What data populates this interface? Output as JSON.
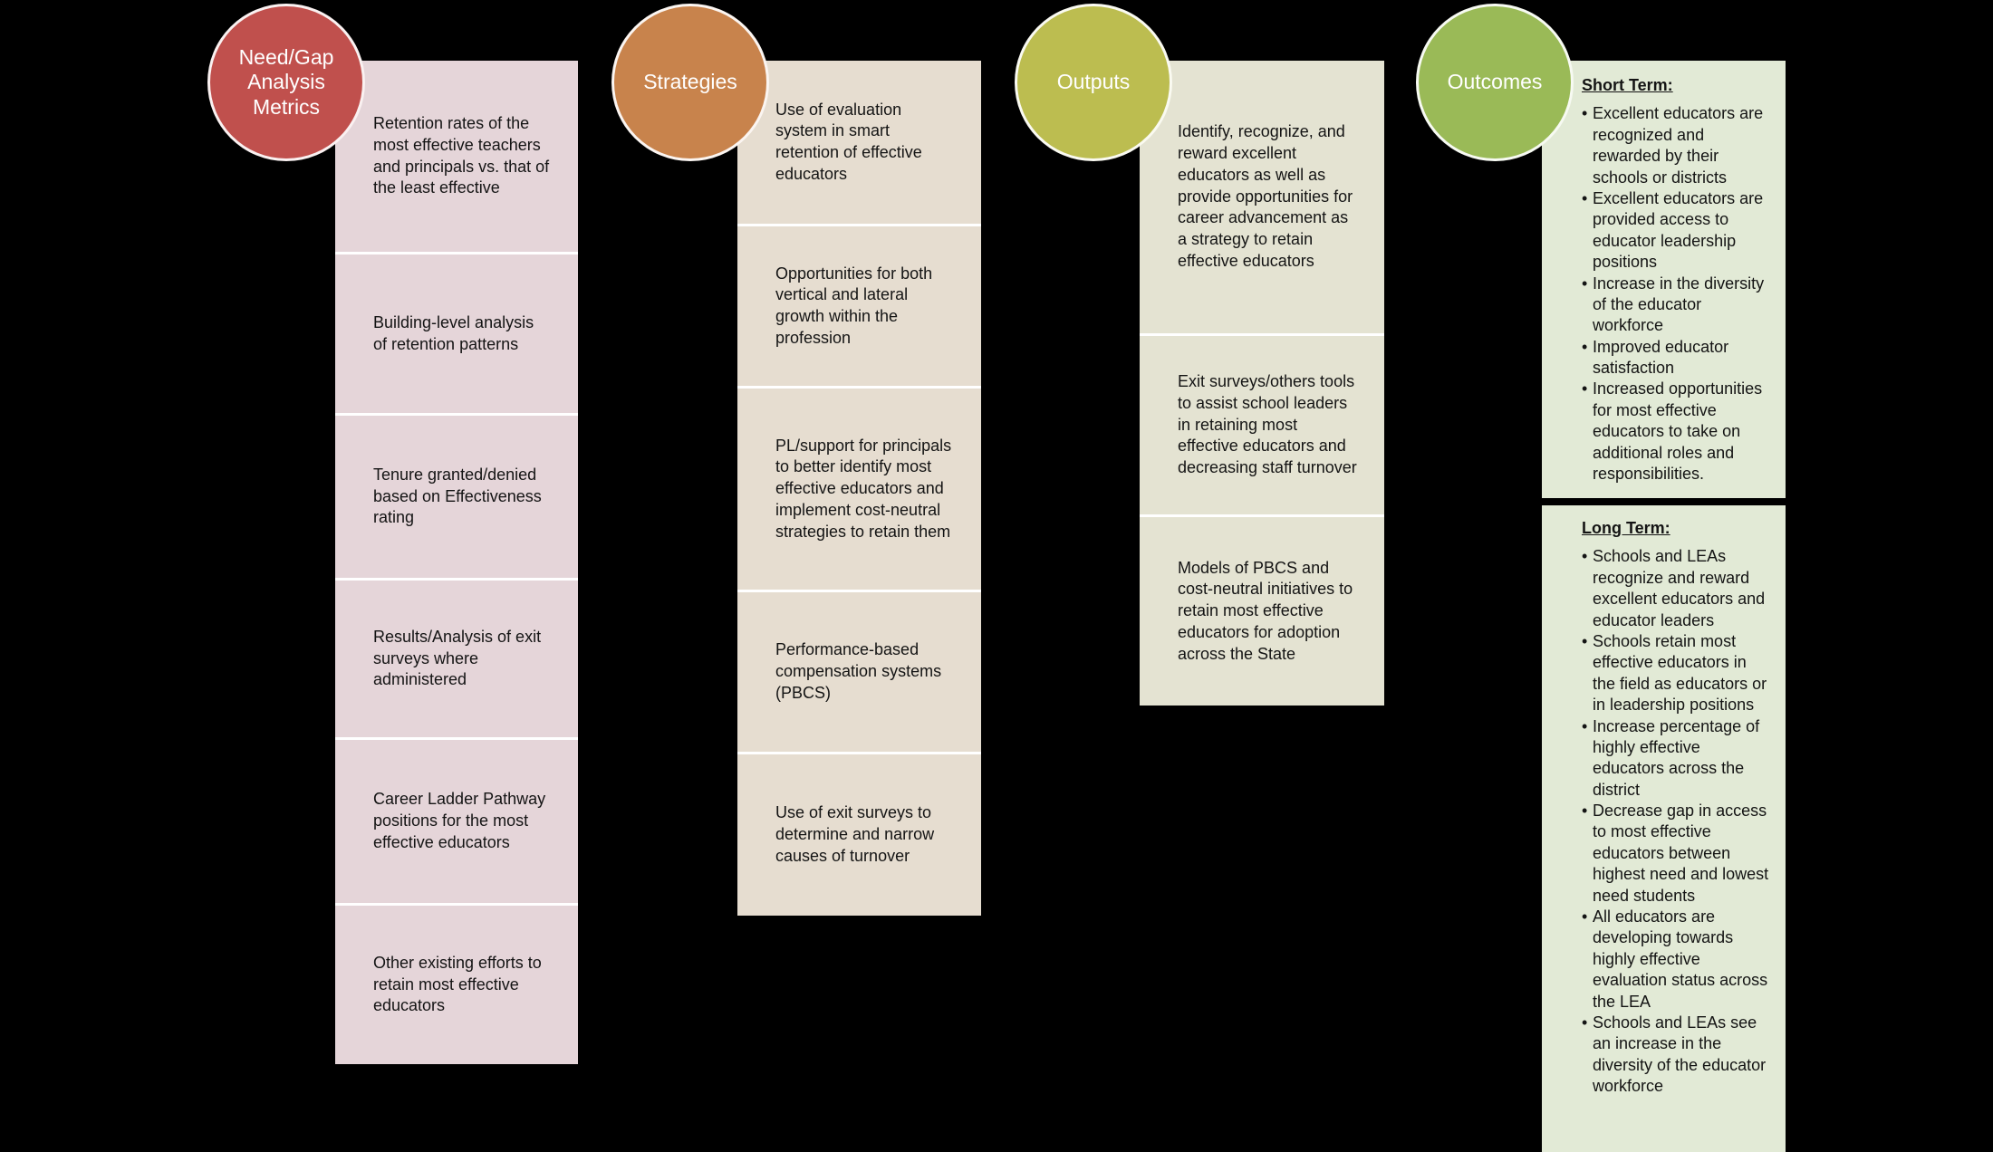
{
  "diagram": {
    "columns": [
      {
        "header": "Need/Gap Analysis Metrics",
        "circle_color": "#c0504d",
        "box_color": "#e5d5d9",
        "items": [
          "Retention rates of the most effective teachers and principals vs. that of the least effective",
          "Building-level analysis of retention patterns",
          "Tenure granted/denied based on Effectiveness rating",
          "Results/Analysis of exit surveys where administered",
          "Career Ladder Pathway positions for the most effective educators",
          "Other existing efforts to retain most effective educators"
        ]
      },
      {
        "header": "Strategies",
        "circle_color": "#c8834c",
        "box_color": "#e6ddd0",
        "items": [
          "Use of evaluation system in smart retention of effective educators",
          "Opportunities for both vertical and lateral growth within the profession",
          "PL/support for principals to better identify most effective educators and implement cost-neutral strategies to retain them",
          "Performance-based compensation systems (PBCS)",
          "Use of exit surveys to determine and narrow causes of turnover"
        ]
      },
      {
        "header": "Outputs",
        "circle_color": "#bcbd50",
        "box_color": "#e4e3d2",
        "items": [
          "Identify, recognize, and reward excellent educators as well as provide opportunities for career advancement as a strategy to retain effective educators",
          "Exit surveys/others tools to assist school leaders in retaining most effective educators and decreasing staff turnover",
          "Models of PBCS and cost-neutral initiatives to retain most effective educators for adoption across the State"
        ]
      }
    ],
    "outcomes": {
      "header": "Outcomes",
      "circle_color": "#9aba57",
      "panel_color": "#e2ead6",
      "short_term": {
        "label": "Short Term:",
        "items": [
          "Excellent educators are recognized and rewarded by their schools or districts",
          "Excellent educators are provided access to educator leadership positions",
          "Increase in the diversity of the educator workforce",
          "Improved educator satisfaction",
          "Increased opportunities for most effective educators to take on additional roles and responsibilities."
        ]
      },
      "long_term": {
        "label": "Long Term:",
        "items": [
          "Schools and LEAs recognize and reward excellent educators and educator leaders",
          "Schools retain most effective educators in the field as educators or in leadership positions",
          "Increase percentage of highly effective educators across the district",
          "Decrease gap in access to most effective educators between highest need and lowest need students",
          "All educators are developing towards highly effective evaluation status across the LEA",
          "Schools and LEAs see an increase in the diversity of the educator workforce"
        ]
      }
    }
  }
}
